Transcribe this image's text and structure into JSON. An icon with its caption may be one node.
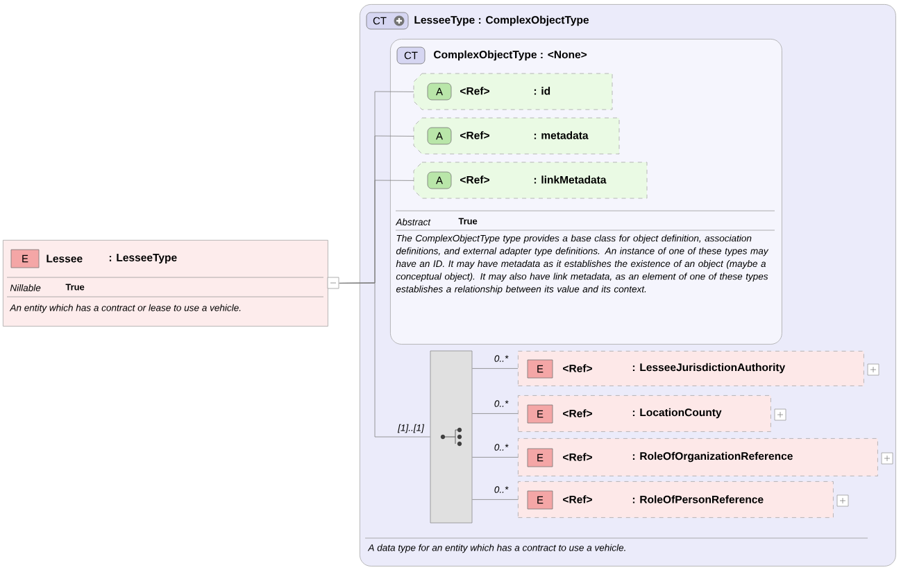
{
  "diagram": {
    "nodes": [
      {
        "text": [
          "E",
          "Lessee",
          ": LesseeType",
          "Nillable",
          "True",
          "An entity which has a contract or lease to use a vehicle."
        ]
      },
      {
        "text": [
          "CT",
          "LesseeType : ComplexObjectType",
          "A data type for an entity which has a contract to use a vehicle."
        ]
      },
      {
        "text": [
          "CT",
          "ComplexObjectType : <None>",
          "Abstract",
          "True",
          "The ComplexObjectType type provides a base class for object definition, association definitions, and external adapter type definitions. An instance of one of these types may have an ID. It may have metadata as it establishes the existence of an object (maybe a conceptual object). It may also have link metadata, as an element of one of these types establishes a relationship between its value and its context."
        ],
        "in": 1
      },
      {
        "text": [
          "A",
          "<Ref>",
          ": id"
        ],
        "in": 2
      },
      {
        "text": [
          "A",
          "<Ref>",
          ": metadata"
        ],
        "in": 2
      },
      {
        "text": [
          "A",
          "<Ref>",
          ": linkMetadata"
        ],
        "in": 2
      },
      {
        "text": [],
        "shape": "box",
        "in": 1
      },
      {
        "text": [
          "E",
          "<Ref>",
          ": LesseeJurisdictionAuthority"
        ],
        "in": 1
      },
      {
        "text": [
          "E",
          "<Ref>",
          ": LocationCounty"
        ],
        "in": 1
      },
      {
        "text": [
          "E",
          "<Ref>",
          ": RoleOfOrganizationReference"
        ],
        "in": 1
      },
      {
        "text": [
          "E",
          "<Ref>",
          ": RoleOfPersonReference"
        ],
        "in": 1
      }
    ],
    "edges": [
      {
        "from": 0,
        "to": 3,
        "arrow": "none"
      },
      {
        "from": 0,
        "to": 4,
        "arrow": "none"
      },
      {
        "from": 0,
        "to": 5,
        "arrow": "none"
      },
      {
        "from": 0,
        "to": 6,
        "arrow": "none",
        "label": "[1]..[1]"
      },
      {
        "from": 6,
        "to": 7,
        "arrow": "none",
        "label": "0..*"
      },
      {
        "from": 6,
        "to": 8,
        "arrow": "none",
        "label": "0..*"
      },
      {
        "from": 6,
        "to": 9,
        "arrow": "none",
        "label": "0..*"
      },
      {
        "from": 6,
        "to": 10,
        "arrow": "none",
        "label": "0..*"
      }
    ]
  }
}
